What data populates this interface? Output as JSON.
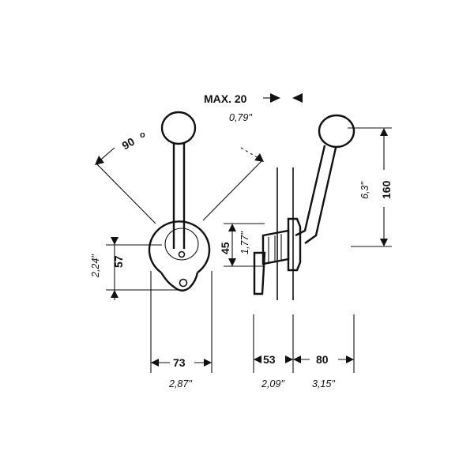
{
  "labels": {
    "angle": "90",
    "angle_unit": "o",
    "max_label": "MAX. 20",
    "max_inch": "0,79\"",
    "height_mm": "160",
    "height_in": "6,3\"",
    "hub_mm": "45",
    "hub_in": "1,77\"",
    "pivot_mm": "57",
    "pivot_in": "2,24\"",
    "width_mm": "73",
    "width_in": "2,87\"",
    "depth1_mm": "53",
    "depth1_in": "2,09\"",
    "depth2_mm": "80",
    "depth2_in": "3,15\""
  }
}
